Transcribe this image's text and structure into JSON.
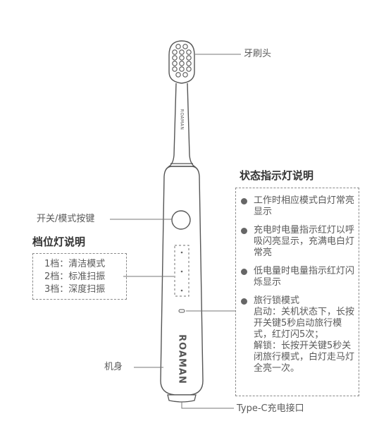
{
  "labels": {
    "brush_head": "牙刷头",
    "power_mode_button": "开关/模式按键",
    "body": "机身",
    "type_c_port": "Type-C充电接口"
  },
  "gear_section": {
    "title": "档位灯说明",
    "items": [
      "1档：清洁模式",
      "2档：标准扫振",
      "3档：深度扫振"
    ]
  },
  "status_section": {
    "title": "状态指示灯说明",
    "items": [
      "工作时相应模式白灯常亮显示",
      "充电时电量指示红灯以呼吸闪亮显示，充满电白灯常亮",
      "低电量时电量指示红灯闪烁显示",
      "旅行锁模式\n启动：关机状态下，长按开关键5秒启动旅行模式，红灯闪5次；\n解锁：长按开关键5秒关闭旅行模式，白灯走马灯全亮一次。"
    ]
  },
  "brand": {
    "head_text": "ROAMAN",
    "body_text": "ROAMAN"
  },
  "colors": {
    "outline": "#555555",
    "guide_line": "#777777",
    "dash": "#8a8a8a"
  }
}
